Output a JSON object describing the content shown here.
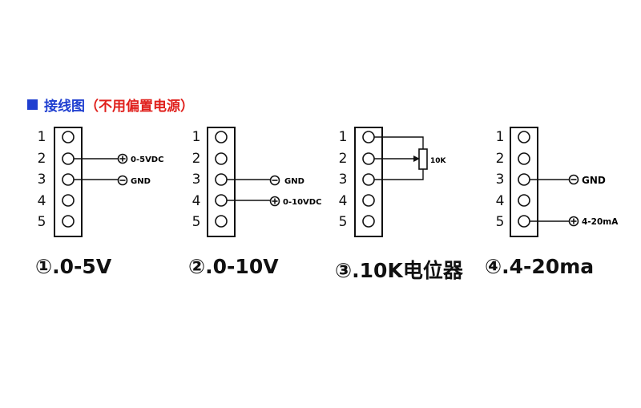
{
  "title": {
    "main": "接线图",
    "sub": "（不用偏置电源）"
  },
  "pin_numbers": [
    "1",
    "2",
    "3",
    "4",
    "5"
  ],
  "diagrams": [
    {
      "caption": "①.0-5V",
      "wires": [
        {
          "label": "0-5VDC",
          "symbol": "plus"
        },
        {
          "label": "GND",
          "symbol": "minus"
        }
      ]
    },
    {
      "caption": "②.0-10V",
      "wires": [
        {
          "label": "GND",
          "symbol": "minus"
        },
        {
          "label": "0-10VDC",
          "symbol": "plus"
        }
      ]
    },
    {
      "caption": "③.10K电位器",
      "resistor_label": "10K"
    },
    {
      "caption": "④.4-20ma",
      "wires": [
        {
          "label": "GND",
          "symbol": "minus"
        },
        {
          "label": "4-20mA",
          "symbol": "plus"
        }
      ]
    }
  ]
}
